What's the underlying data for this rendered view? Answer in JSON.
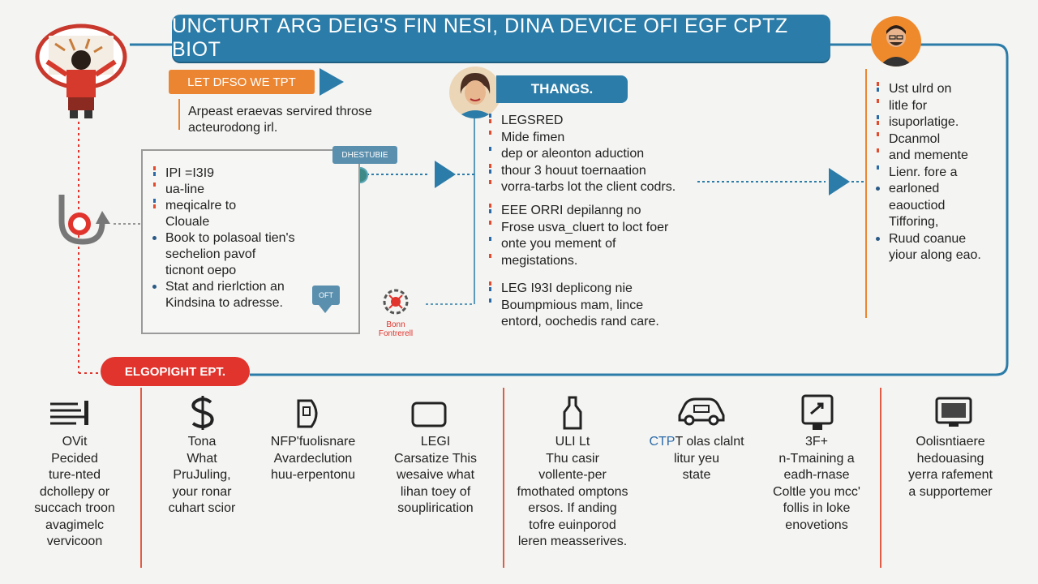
{
  "title": "UNCTURT ARG  DEIG'S FIN NESI, DINA DEVICE OFI EGF CPTZ BIOT",
  "orange_tag": "LET DFSO WE TPT",
  "intro": [
    "Arpeast eraevas servired throse",
    "acteurodong irl."
  ],
  "box": {
    "tag": "DHESTUBIE",
    "items": [
      "IPI =I3I9",
      "ua-line",
      "meqicalre to",
      "Clouale",
      "Book to polasoal tien's",
      "sechelion pavof",
      "ticnont oepo",
      "Stat and rierlction an",
      "Kindsina to adresse."
    ],
    "oft_label": "OFT"
  },
  "things": {
    "label": "THANGS.",
    "group1": [
      "LEGSRED",
      "Mide fimen",
      "dep or aleonton aduction",
      "thour 3 houut toernaation",
      "vorra-tarbs lot the client codrs."
    ],
    "group2": [
      "EEE ORRI depilanng no",
      "Frose usva_cluert to loct foer",
      "onte you mement of",
      "megistations."
    ],
    "group3": [
      "LEG I93I deplicong nie",
      "Boumpmious mam, lince",
      "entord, oochedis rand care."
    ]
  },
  "small_icon_label": [
    "Bonn",
    "Fontrerell"
  ],
  "right_list": [
    "Ust ulrd on",
    "litle for",
    "isuporlatige.",
    "Dcanmol",
    "and memente",
    "Lienr. fore a",
    "earloned",
    "eaouctiod",
    "Tifforing,",
    "Ruud coanue",
    "yiour along eao."
  ],
  "red_pill": "ELGOPIGHT EPT.",
  "columns": [
    {
      "icon": "list-icon",
      "lines": [
        "OVit",
        "Pecided",
        "ture-nted",
        "dchollepy or",
        "succach troon",
        "avagimelc",
        "vervicoon"
      ]
    },
    {
      "icon": "dollar-icon",
      "lines": [
        "Tona",
        "What",
        "PruJuling,",
        "your ronar",
        "cuhart scior"
      ]
    },
    {
      "icon": "docs-icon",
      "lines": [
        "NFP'fuolisnare",
        "Avardeclution",
        "huu-erpentonu"
      ]
    },
    {
      "icon": "window-icon",
      "lines": [
        "LEGI",
        "Carsatize This",
        "wesaive what",
        "lihan toey of",
        "souplirication"
      ]
    },
    {
      "icon": "bottle-icon",
      "lines": [
        "ULI Lt",
        "Thu casir",
        "vollente-per",
        "fmothated omptons",
        "ersos.  If anding",
        "tofre euinporod",
        "leren measserives."
      ]
    },
    {
      "icon": "car-icon",
      "lines": [
        "CTP'T olas clalnt",
        "litur yeu",
        "state"
      ],
      "accent": "CTP"
    },
    {
      "icon": "tablet-icon",
      "lines": [
        "3F+",
        "n-Tmaining a",
        "eadh-rnase",
        "Coltle you mcc'",
        "follis in loke",
        "enovetions"
      ]
    },
    {
      "icon": "monitor-icon",
      "lines": [
        "Oolisntiaere",
        "hedouasing",
        "yerra rafement",
        "a supportemer"
      ]
    }
  ],
  "colors": {
    "blue": "#2b7ca8",
    "orange": "#ec8531",
    "red": "#e0342d",
    "dotted_blue": "#2b7ca8",
    "dotted_red": "#e0342d"
  }
}
